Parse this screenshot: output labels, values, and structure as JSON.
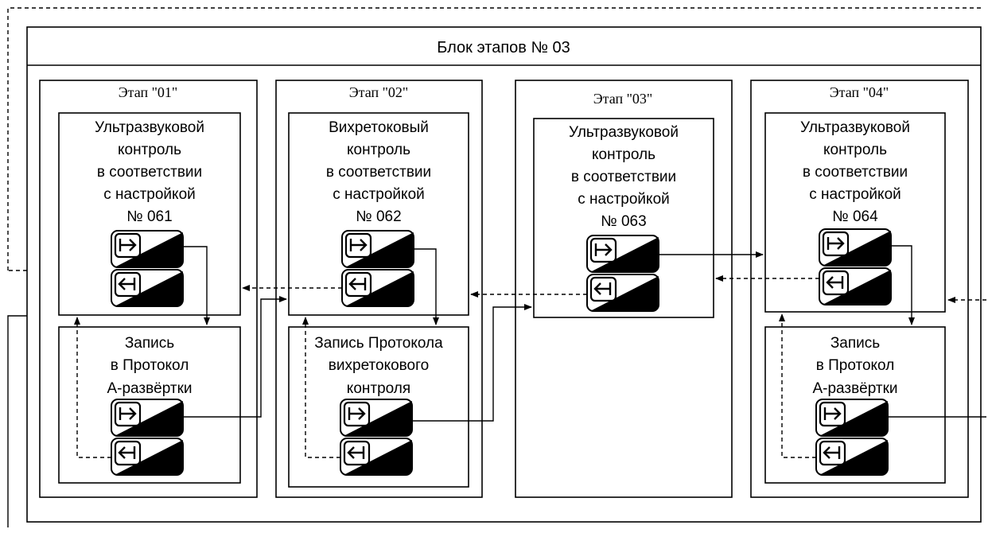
{
  "block": {
    "title": "Блок этапов № 03"
  },
  "stages": [
    {
      "title": "Этап \"01\"",
      "control": [
        "Ультразвуковой",
        "контроль",
        "в соответствии",
        "с настройкой",
        "№ 061"
      ],
      "record": [
        "Запись",
        "в Протокол",
        "А-развёртки"
      ]
    },
    {
      "title": "Этап \"02\"",
      "control": [
        "Вихретоковый",
        "контроль",
        "в соответствии",
        "с настройкой",
        "№ 062"
      ],
      "record": [
        "Запись Протокола",
        "вихретокового",
        "контроля"
      ]
    },
    {
      "title": "Этап \"03\"",
      "control": [
        "Ультразвуковой",
        "контроль",
        "в соответствии",
        "с настройкой",
        "№ 063"
      ],
      "record": []
    },
    {
      "title": "Этап \"04\"",
      "control": [
        "Ультразвуковой",
        "контроль",
        "в соответствии",
        "с настройкой",
        "№ 064"
      ],
      "record": [
        "Запись",
        "в Протокол",
        "А-развёртки"
      ]
    }
  ],
  "icons": {
    "forward": "forward-transition-icon",
    "back": "back-transition-icon"
  },
  "colors": {
    "stroke": "#000000",
    "background": "#ffffff"
  }
}
